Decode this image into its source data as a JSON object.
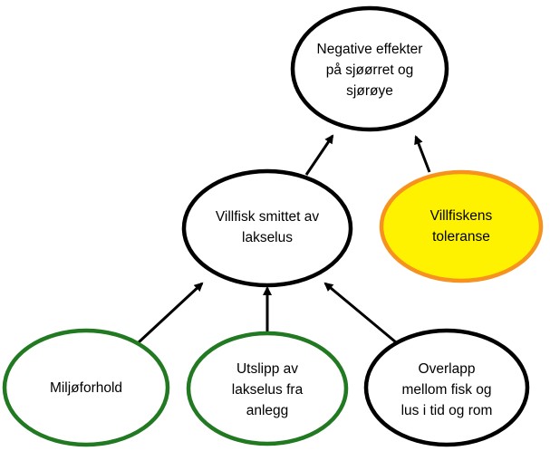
{
  "nodes": {
    "negative_effects": {
      "lines": [
        "Negative effekter",
        "på sjøørret og",
        "sjørøye"
      ]
    },
    "wild_fish_infected": {
      "lines": [
        "Villfisk smittet av",
        "lakselus"
      ]
    },
    "wild_fish_tolerance": {
      "lines": [
        "Villfiskens",
        "toleranse"
      ]
    },
    "environment": {
      "lines": [
        "Miljøforhold"
      ]
    },
    "farm_release": {
      "lines": [
        "Utslipp av",
        "lakselus fra",
        "anlegg"
      ]
    },
    "overlap": {
      "lines": [
        "Overlapp",
        "mellom fisk og",
        "lus i tid og rom"
      ]
    }
  },
  "colors": {
    "default_border": "#000000",
    "default_fill": "#ffffff",
    "driver_border": "#217a21",
    "tolerance_border": "#f7921e",
    "tolerance_fill": "#fff200",
    "arrow": "#000000"
  }
}
